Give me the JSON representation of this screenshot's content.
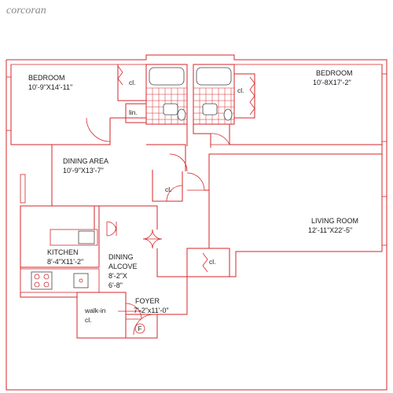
{
  "brand": "corcoran",
  "rooms": {
    "bedroom_left": {
      "name": "BEDROOM",
      "dims": "10'-9\"X14'-11\""
    },
    "bedroom_right": {
      "name": "BEDROOM",
      "dims": "10'-8X17'-2\""
    },
    "dining_area": {
      "name": "DINING AREA",
      "dims": "10'-9\"X13'-7\""
    },
    "living_room": {
      "name": "LIVING ROOM",
      "dims": "12'-11\"X22'-5\""
    },
    "kitchen": {
      "name": "KITCHEN",
      "dims": "8'-4\"X11'-2\""
    },
    "dining_alcove": {
      "name": "DINING",
      "name2": "ALCOVE",
      "dims": "8'-2\"X",
      "dims2": "6'-8\""
    },
    "foyer": {
      "name": "FOYER",
      "dims": "7'-2\"x11'-0\""
    }
  },
  "closets": {
    "bedroom_left": "cl.",
    "bedroom_right": "cl.",
    "dining": "cl.",
    "living": "cl.",
    "linen": "lin.",
    "walk_in_line1": "walk-in",
    "walk_in_line2": "cl."
  },
  "entry_marker": "F",
  "colors": {
    "walls": "#d6262a",
    "text": "#1a1a1a",
    "brand": "#8a8a8a"
  }
}
